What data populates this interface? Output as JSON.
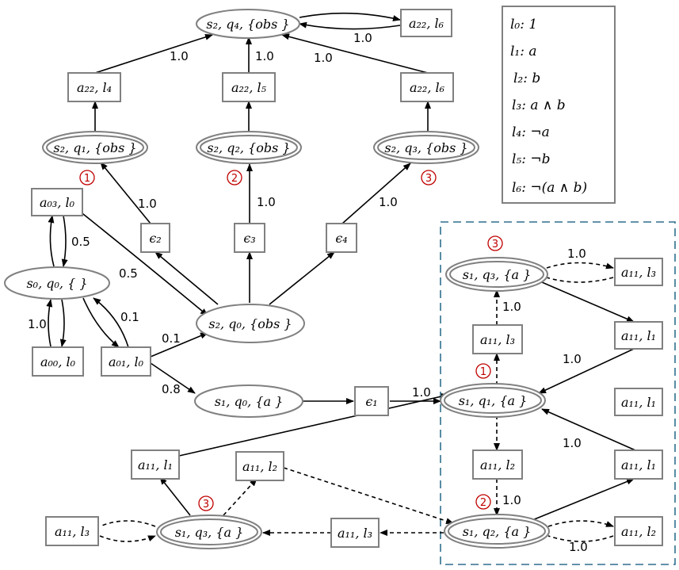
{
  "legend": [
    "l₀: 1",
    "l₁: a",
    "l₂: b",
    "l₃: a ∧ b",
    "l₄: ¬a",
    "l₅: ¬b",
    "l₆: ¬(a ∧ b)"
  ],
  "nodes": {
    "s2q4": "s₂, q₄, {obs }",
    "a22l6_top": "a₂₂, l₆",
    "a22l4": "a₂₂, l₄",
    "a22l5": "a₂₂, l₅",
    "a22l6_mid": "a₂₂, l₆",
    "s2q1": "s₂, q₁, {obs }",
    "s2q2": "s₂, q₂, {obs }",
    "s2q3": "s₂, q₃, {obs }",
    "a03l0": "a₀₃, l₀",
    "eps2": "ϵ₂",
    "eps3": "ϵ₃",
    "eps4": "ϵ₄",
    "s0q0": "s₀, q₀, { }",
    "s2q0": "s₂, q₀, {obs }",
    "a00l0": "a₀₀, l₀",
    "a01l0": "a₀₁, l₀",
    "s1q0": "s₁, q₀, {a }",
    "eps1": "ϵ₁",
    "s1q3_right": "s₁, q₃, {a }",
    "a11l3_r_top": "a₁₁, l₃",
    "a11l3_r_mid": "a₁₁, l₃",
    "a11l1_r_mid": "a₁₁, l₁",
    "s1q1": "s₁, q₁, {a }",
    "a11l1_iso": "a₁₁, l₁",
    "a11l2_r": "a₁₁, l₂",
    "a11l1_r_low": "a₁₁, l₁",
    "s1q2": "s₁, q₂, {a }",
    "a11l2_r_bot": "a₁₁, l₂",
    "a11l3_mid_bot": "a₁₁, l₃",
    "s1q3_left": "s₁, q₃, {a }",
    "a11l3_left": "a₁₁, l₃",
    "a11l1_left": "a₁₁, l₁",
    "a11l2_left": "a₁₁, l₂"
  },
  "edge_labels": {
    "top_loop": "1.0",
    "a22l4_s2q4": "1.0",
    "a22l5_s2q4": "1.0",
    "a22l6_s2q4": "1.0",
    "eps2_s2q1": "1.0",
    "eps3_s2q2": "1.0",
    "eps4_s2q3": "1.0",
    "a03l0_s0q0": "0.5",
    "a03l0_s2q0": "0.5",
    "a00l0_s0q0": "1.0",
    "a01l0_s0q0": "0.1",
    "a01l0_s2q0": "0.1",
    "a01l0_s1q0": "0.8",
    "eps1_s1q1": "1.0",
    "s1q3_self": "1.0",
    "a11l3_s1q3": "1.0",
    "a11l1_s1q1": "1.0",
    "a11l1low_s1q1": "1.0",
    "a11l2_s1q2": "1.0",
    "s1q2_self": "1.0"
  },
  "markers": {
    "m1_left": "1",
    "m2_mid": "2",
    "m3_top": "3",
    "m3_right": "3",
    "m1_right": "1",
    "m2_right": "2",
    "m3_bottom": "3"
  }
}
